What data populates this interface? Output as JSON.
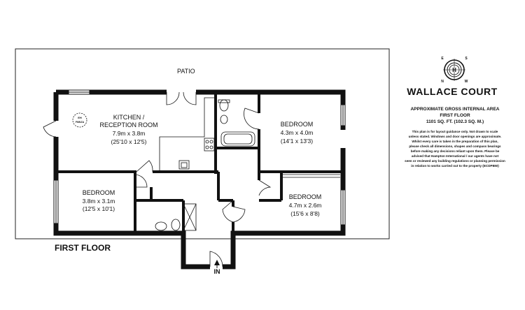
{
  "floor_label": "FIRST FLOOR",
  "entrance_label": "IN",
  "patio_label": "PATIO",
  "badge": {
    "line1": "EH",
    "line2": "FMNZA"
  },
  "rooms": {
    "kitchen": {
      "name_line1": "KITCHEN /",
      "name_line2": "RECEPTION ROOM",
      "metric": "7.9m x 3.8m",
      "imperial": "(25'10 x 12'5)"
    },
    "bedroom_top_right": {
      "name": "BEDROOM",
      "metric": "4.3m x 4.0m",
      "imperial": "(14'1 x 13'3)"
    },
    "bedroom_left": {
      "name": "BEDROOM",
      "metric": "3.8m x 3.1m",
      "imperial": "(12'5 x 10'1)"
    },
    "bedroom_bottom_right": {
      "name": "BEDROOM",
      "metric": "4.7m x 2.6m",
      "imperial": "(15'6 x 8'8)"
    }
  },
  "side_panel": {
    "building_name": "WALLACE COURT",
    "area_line1": "APPROXIMATE GROSS INTERNAL AREA",
    "area_line2": "FIRST FLOOR",
    "area_line3": "1101 SQ. FT. (102.3 SQ. M.)",
    "disclaimer_lines": [
      "This plan is for layout guidance only. Not drawn to scale",
      "unless stated. Windows and door openings are approximate.",
      "Whilst every care is taken in the preparation of this plan,",
      "please check all dimensions, shapes and compass bearings",
      "before making any decisions reliant upon them. Please be",
      "advised that Hampton International / our agents have not",
      "seen or reviewed any building regulations or planning permission",
      "in relation to works carried out to the property (ECDPBW)"
    ],
    "compass": {
      "north": "N",
      "south": "S",
      "east": "E",
      "west": "W",
      "center": "H"
    }
  }
}
